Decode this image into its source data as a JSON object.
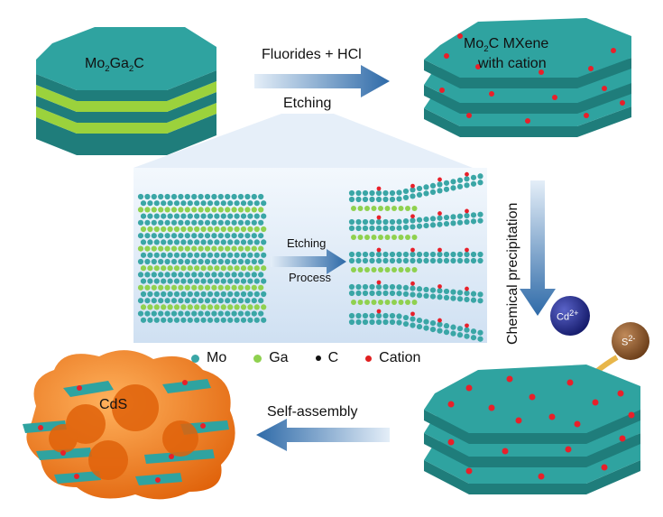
{
  "labels": {
    "precursor": {
      "base": "Mo",
      "s1": "2",
      "mid": "Ga",
      "s2": "2",
      "end": "C"
    },
    "mxene_line1": {
      "base": "Mo",
      "s1": "2",
      "end": "C MXene"
    },
    "mxene_line2": "with cation",
    "etchant": "Fluorides + HCl",
    "etching": "Etching",
    "etching_process_1": "Etching",
    "etching_process_2": "Process",
    "chemical_precipitation": "Chemical precipitation",
    "cd_ion": {
      "base": "Cd",
      "sup": "2+"
    },
    "s_ion": {
      "base": "S",
      "sup": "2-"
    },
    "self_assembly": "Self-assembly",
    "cds": "CdS"
  },
  "legend": [
    {
      "label": "Mo",
      "color": "#3aa6a6"
    },
    {
      "label": "Ga",
      "color": "#8fd14f"
    },
    {
      "label": "C",
      "color": "#111111"
    },
    {
      "label": "Cation",
      "color": "#e02020"
    }
  ],
  "colors": {
    "teal_top": "#2fa3a0",
    "teal_side": "#1f7d7b",
    "ga_layer": "#9bd23c",
    "cation": "#e8202a",
    "arrow_blue": "#3c78b4",
    "panel": "#dce9f6",
    "cds_orange": "#ee7d1e"
  }
}
